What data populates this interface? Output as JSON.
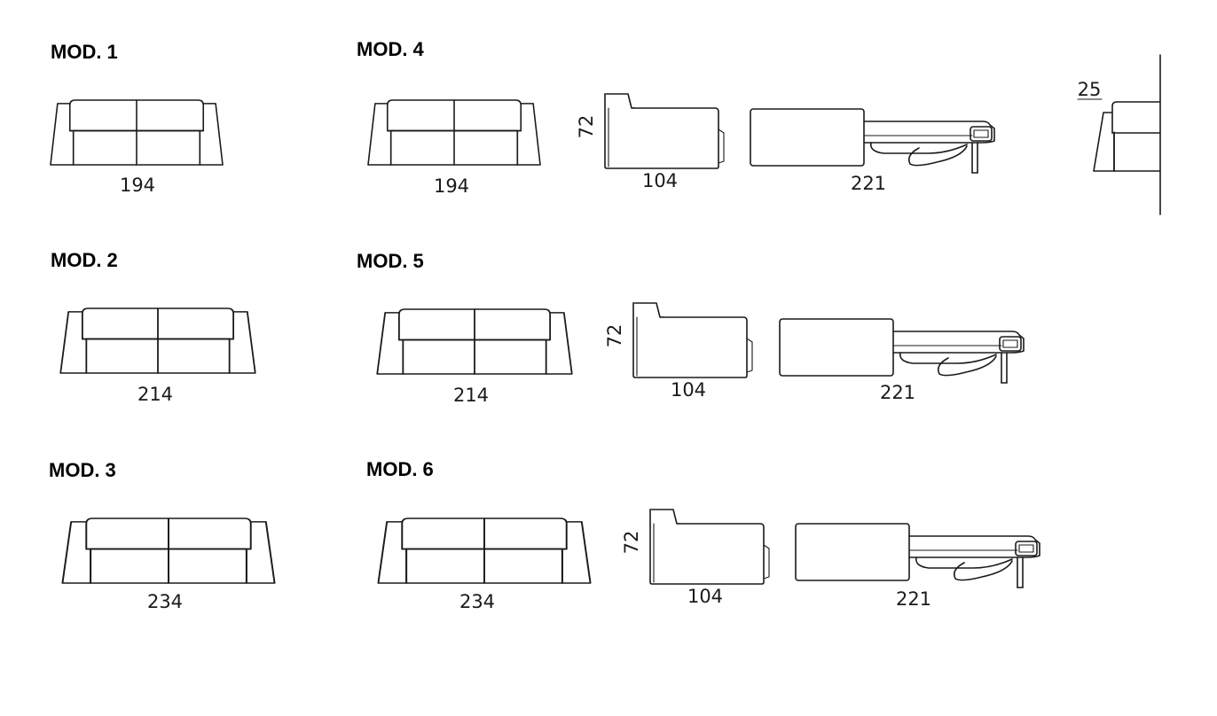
{
  "models": [
    {
      "label": "MOD. 1",
      "front_width": "194"
    },
    {
      "label": "MOD. 2",
      "front_width": "214"
    },
    {
      "label": "MOD. 3",
      "front_width": "234"
    },
    {
      "label": "MOD. 4",
      "front_width": "194",
      "height": "72",
      "depth": "104",
      "open_length": "221"
    },
    {
      "label": "MOD. 5",
      "front_width": "214",
      "height": "72",
      "depth": "104",
      "open_length": "221"
    },
    {
      "label": "MOD. 6",
      "front_width": "234",
      "height": "72",
      "depth": "104",
      "open_length": "221"
    }
  ],
  "detail": {
    "arm_width": "25"
  }
}
